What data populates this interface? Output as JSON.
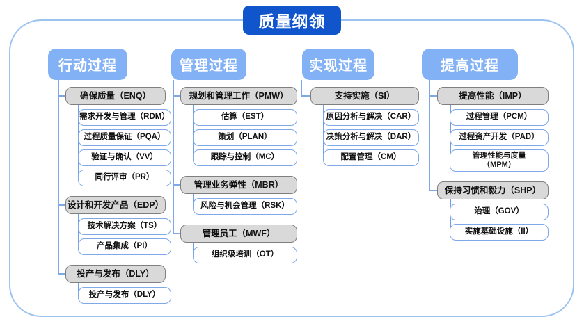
{
  "title": "质量纲领",
  "theme": {
    "root_color": "#1155cc",
    "header_color": "#82b1f5",
    "group_bg": "#d9d9d9",
    "group_border": "#7f7f7f",
    "leaf_border": "#7fa8e8",
    "frame_border": "#9cc3f0",
    "connector": "#7fa8e8"
  },
  "columns": [
    {
      "header": "行动过程",
      "groups": [
        {
          "label": "确保质量（ENQ）",
          "children": [
            "需求开发与管理（RDM）",
            "过程质量保证（PQA）",
            "验证与确认（VV）",
            "同行评审（PR）"
          ]
        },
        {
          "label": "设计和开发产品（EDP）",
          "children": [
            "技术解决方案（TS）",
            "产品集成（PI）"
          ]
        },
        {
          "label": "投产与发布（DLY）",
          "children": [
            "投产与发布（DLY）"
          ]
        }
      ]
    },
    {
      "header": "管理过程",
      "groups": [
        {
          "label": "规划和管理工作（PMW）",
          "children": [
            "估算（EST）",
            "策划（PLAN）",
            "跟踪与控制（MC）"
          ]
        },
        {
          "label": "管理业务弹性（MBR）",
          "children": [
            "风险与机会管理（RSK）"
          ]
        },
        {
          "label": "管理员工（MWF）",
          "children": [
            "组织级培训（OT）"
          ]
        }
      ]
    },
    {
      "header": "实现过程",
      "groups": [
        {
          "label": "支持实施（SI）",
          "children": [
            "原因分析与解决（CAR）",
            "决策分析与解决（DAR）",
            "配置管理（CM）"
          ]
        }
      ]
    },
    {
      "header": "提高过程",
      "groups": [
        {
          "label": "提高性能（IMP）",
          "children": [
            "过程管理（PCM）",
            "过程资产开发（PAD）",
            "管理性能与度量\n（MPM）"
          ]
        },
        {
          "label": "保持习惯和毅力（SHP）",
          "children": [
            "治理（GOV）",
            "实施基础设施（II）"
          ]
        }
      ]
    }
  ]
}
